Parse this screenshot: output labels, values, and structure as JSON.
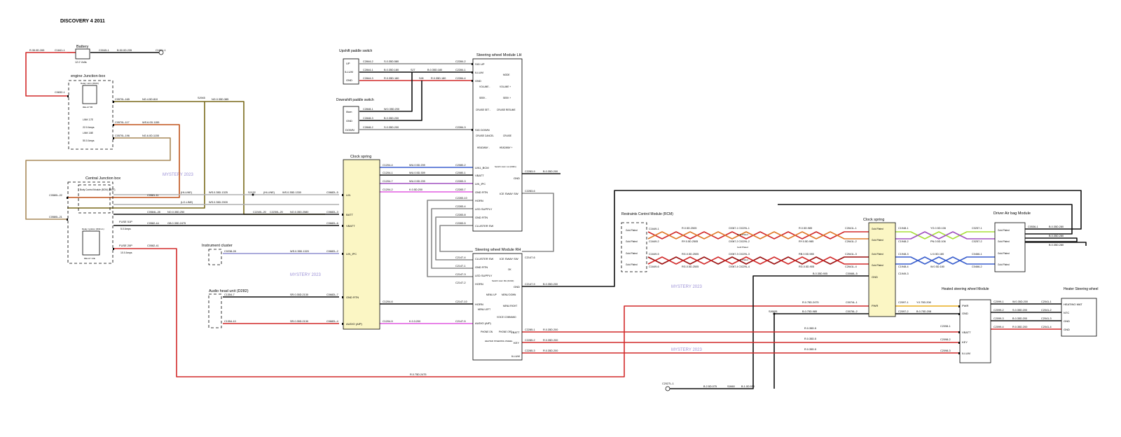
{
  "title": "DISCOVERY 4 2011",
  "watermarks": [
    "MYSTERY 2023",
    "MYSTERY 2023",
    "MYSTERY 2023",
    "MYSTERY 2023"
  ],
  "colors": {
    "red": "#d22b2b",
    "black": "#111111",
    "olive": "#7a6a1c",
    "orange": "#c0521a",
    "tan": "#a98a5a",
    "blue": "#3a5fcd",
    "violet": "#a050c0",
    "magenta": "#e05ce0",
    "gray": "#8a8a8a",
    "lime": "#a8e03a",
    "darkred": "#9b1010",
    "yellow": "#f0d040",
    "clock_fill": "#fbf6c4"
  },
  "battery": {
    "title": "Battery",
    "volts": "12.0 Volts",
    "left_connector": "C1841-1",
    "right_connector": "C0045-1",
    "left_wire": "R.35.0D.265",
    "right_wire": "B.50.0D.235",
    "ground": "C1861-1"
  },
  "engine_jb": {
    "title": "engine Junction-box",
    "relay_label": "Relay: Horn (R109)",
    "relay_sub": "RELAY 5B",
    "input": "C0832-1",
    "fuses": [
      {
        "connector": "C0570L-165",
        "wire": "NG.4.5D.810",
        "fuse": ""
      },
      {
        "connector": "C0570L-117",
        "wire": "WS.6.0D.1155",
        "fuse": "LINK 17E",
        "rating": "22.0 Amps"
      },
      {
        "connector": "C0570L-196",
        "wire": "NG.6.0D.1155",
        "fuse": "LINK 18E",
        "rating": "50.0 Amps"
      }
    ],
    "splice": "SJ945",
    "splice_wire": "NG.0.35D.385"
  },
  "central_jb": {
    "title": "Central Junction box",
    "bcm": "Body Control Module (BCM) (D007)",
    "inputs": [
      "C0580L-22",
      "C0580L-21"
    ],
    "rows": [
      {
        "connector": "C0581-11",
        "wire": "WS.0.35D.1325",
        "line": "(HI-LINE)"
      },
      {
        "connector": "",
        "wire": "WS.0.35D.2909",
        "line": "(LO-LINE)"
      },
      {
        "connector": "C0584L-28",
        "wire": "NO.0.35D.250"
      },
      {
        "connector": "C0582-44",
        "wire": "GB.0.35D.2475"
      }
    ],
    "relay": "Relay: Ignition (R321-1)",
    "relay_sub": "RELAY 13E",
    "fuse1": "FUSE 51P",
    "fuse1_rating": "5.0 Amps",
    "fuse2": "FUSE 20P",
    "fuse2_rating": "10.0 Amps",
    "fuse2_connector": "C0582-41"
  },
  "bus": {
    "splice": "SJ132",
    "hi": "(HI-LINE)",
    "hi_wire": "WS.0.35D.1330",
    "c_left": "C2240L-20",
    "c_mid": "C2230L-20",
    "wire_mid": "NO.0.35D.2580"
  },
  "instrument": {
    "title": "Instrument cluster",
    "connector": "C0238-28",
    "wire": "WS.0.35D.1320"
  },
  "audio": {
    "title": "Audio head unit (D282)",
    "c1": "C1354-7",
    "w1": "SR.0.35D.2130",
    "c2": "C1354-10",
    "w2": "SR.0.35D.2130"
  },
  "clock_spring": {
    "title": "Clock spring",
    "left_pins": [
      {
        "connector": "C0682L-5",
        "label": "LIN"
      },
      {
        "connector": "C0682L-3",
        "label": "BATT"
      },
      {
        "connector": "C0682L-6",
        "label": "VBATT"
      },
      {
        "connector": "C0682L-2",
        "label": "LIN_IPC"
      },
      {
        "connector": "C0682L-7",
        "label": "GND RTN"
      },
      {
        "connector": "C0682L-4",
        "label": "AUDIO (AIP)"
      }
    ],
    "right_pins": [
      {
        "connector": "C1204-4",
        "wire": "WU.0.5D.209"
      },
      {
        "connector": "C1204-1",
        "wire": "WU.0.5D.309"
      },
      {
        "connector": "C1204-7",
        "wire": "WU.0.5D.209"
      },
      {
        "connector": "C1204-2",
        "wire": "K.0.5D.200"
      }
    ],
    "lower_pins": [
      {
        "connector": "C1204-6",
        "wire": ""
      },
      {
        "connector": "C1204-5",
        "wire": "K.0.3.200"
      }
    ]
  },
  "upshift": {
    "title": "Upshift paddle switch",
    "pins": [
      {
        "label": "UP",
        "c": "C2844-2",
        "wire": "S.0.35D.580",
        "end": "C2284-2"
      },
      {
        "label": "ILLUM",
        "c": "C2844-1",
        "wire": "B.0.35D.180",
        "end": "C2284-1"
      },
      {
        "label": "GND",
        "c": "C2844-3",
        "wire": "R.0.35D.180",
        "end": "C2284-4"
      }
    ],
    "splices": [
      "SJ7",
      "SJ8"
    ],
    "sj_wire1": "B.0.35D.180",
    "sj_wire2": "R.0.35D.180"
  },
  "downshift": {
    "title": "Downshift paddle switch",
    "pins": [
      {
        "label": "Illum",
        "c": "C2848-1",
        "wire": "W.0.35D.200"
      },
      {
        "label": "GND",
        "c": "C2848-3",
        "wire": "B.0.35D.200"
      },
      {
        "label": "DOWN",
        "c": "C2848-2",
        "wire": "S.0.35D.200",
        "end": "C2284-3"
      }
    ]
  },
  "swm_lh": {
    "title": "Steering wheel Module LH",
    "left_labels": [
      "SIG UP",
      "ILLUM",
      "GND",
      "SIG DOWN",
      "LIN1_BCM",
      "VBATT",
      "LIN_IPC",
      "GND RTN",
      "HORN",
      "LED SUPPLY",
      "GND RTN",
      "CLUSTER SW"
    ],
    "left_connectors": [
      "C2284-2",
      "C2284-1",
      "C2284-4",
      "C2284-3",
      "C2080-2",
      "C2080-1",
      "C2283-3",
      "C2283-7",
      "C2283-10",
      "C2283-4",
      "C2283-8",
      "C2283-5"
    ],
    "buttons": [
      "MODE",
      "VOLUME -",
      "VOLUME +",
      "SEEK -",
      "SEEK +",
      "CRUISE SET -",
      "CRUISE RESUME",
      "CRUISE CANCEL",
      "CRUISE",
      "HEADWAY -",
      "HEADWAY +"
    ],
    "horn_switch": "Switch Horn LH (D001)",
    "gnd": "GND",
    "gnd_c": "C2283-9",
    "gnd_wire": "B.0.35D.200",
    "ice": "ICE SWAY SW",
    "ice_c": "C2283-6"
  },
  "swm_rh": {
    "title": "Steering wheel Module RH",
    "left_labels": [
      "CLUSTER SW",
      "GND RTN",
      "LED SUPPLY",
      "HORN",
      "HORN",
      "AUDIO (AIP)"
    ],
    "left_connectors": [
      "C2147-4",
      "C2147-1",
      "C2147-3",
      "C2147-2",
      "C2147-10",
      "C2147-5"
    ],
    "right": [
      "ICE SWAY SW",
      "GND",
      "VBATT",
      "KEY",
      "ILLUM"
    ],
    "ice_c": "C2147-6",
    "gnd_c": "C2147-9",
    "gnd_wire": "B.0.35D.200",
    "buttons": [
      "OK",
      "MENU UP",
      "MENU DOWN",
      "MENU LEFT",
      "MENU RIGHT",
      "VOICE COMMAND",
      "PHONE ON",
      "PHONE OFF",
      "HEATED STEERING WHEEL"
    ],
    "horn_switch": "Switch Horn RH (D240)",
    "outs": [
      {
        "c": "C2285-1",
        "wire": "R.0.35D.200"
      },
      {
        "c": "C2285-2",
        "wire": "R.0.35D.200"
      },
      {
        "c": "C2285-3",
        "wire": "R.0.35D.200"
      }
    ]
  },
  "rcm": {
    "title": "Restraints Control Module (RCM)",
    "plated": "Gold Plated",
    "pins": [
      {
        "c": "C1649-1",
        "wire": "R.0.5D.2505",
        "mid": "C0067-1 C0229L-1",
        "wire2": "R.0.5D.985",
        "end": "C2641L-1"
      },
      {
        "c": "C1649-2",
        "wire": "RY.0.5D.2505",
        "mid": "C0067-2 C0229L-2",
        "wire2": "RY.0.5D.985",
        "end": "C2641L-2"
      },
      {
        "c": "C1649-5",
        "wire": "RG.0.5D.2505",
        "mid": "C0067-3 C0229L-3",
        "wire2": "RB.0.5D.985",
        "end": "C2641L-3"
      },
      {
        "c": "C1649-6",
        "wire": "RG.0.5D.2505",
        "mid": "C0067-4 C0229L-4",
        "wire2": "RG.0.5D.905",
        "end": "C2641L-4"
      }
    ]
  },
  "clock_spring2": {
    "title": "Clock spring",
    "plated": "Gold Plated",
    "gnd": "GND",
    "gnd_c": "C0068L-5",
    "gnd_wire": "B.0.35D.905",
    "right_c": [
      "C1948-1",
      "C1948-2",
      "C1948-3",
      "C1948-4",
      "C1949-3"
    ],
    "pwr": "PWR",
    "pwr_c": "C0074L-1",
    "pwr_wire": "R.0.75D.2475",
    "gnd2_c": "C0076L-2",
    "gnd2_wire": "B.0.75D.985"
  },
  "airbag": {
    "title": "Driver Air bag Module",
    "plated": "Gold Plated",
    "wires": [
      {
        "wire": "YG.0.5D.106",
        "c": "C0257-1"
      },
      {
        "wire": "PN.0.5D.106",
        "c": "C0257-2"
      },
      {
        "wire": "U.0.5D.180",
        "c": "C0466-1"
      },
      {
        "wire": "W.0.5D.180",
        "c": "C0466-2"
      }
    ],
    "out_c": "C0536-1",
    "out_wires": [
      "B.0.35D.280",
      "B.0.35D.280",
      "B.0.35D.280"
    ]
  },
  "heated_module": {
    "title": "Heated steering wheel Module",
    "left": [
      "PWR",
      "GND",
      "VBATT",
      "KEY",
      "ILLUM"
    ],
    "left_c": [
      "C2097-1",
      "C2097-2",
      "C2098-1",
      "C2098-2",
      "C2098-3"
    ],
    "right_c": [
      "C2099-1",
      "C2099-2",
      "C2099-3",
      "C2099-4"
    ],
    "right_wires": [
      "W.0.35D.200",
      "S.0.35D.200",
      "B.0.35D.200",
      "R.0.35D.200"
    ],
    "in_wires": [
      "Y.0.75D.208",
      "B.0.75D.208"
    ],
    "feed_wires": [
      "R.0.35D.5",
      "R.0.35D.5",
      "R.0.35D.5"
    ]
  },
  "heater": {
    "title": "Heater Steering wheel",
    "c": [
      "C2041-1",
      "C2041-2",
      "C2041-3",
      "C2041-4"
    ],
    "labels": [
      "HEATING MAT",
      "NTC",
      "GND",
      "GND"
    ]
  },
  "ground_bottom": {
    "c": "C2027L-1",
    "wire": "B.2.5D.075",
    "splice": "SJ660",
    "wire2": "B.1.0D.530",
    "splice2": "SJ6651"
  },
  "feed_bottom_wire": "R.0.75D.2475"
}
